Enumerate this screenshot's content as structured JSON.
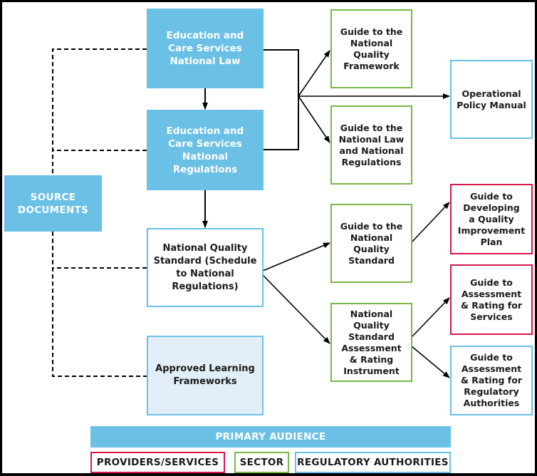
{
  "colors": {
    "source_fill": "#6bc0e6",
    "sector": "#7ab648",
    "providers_services": "#d6174a",
    "regulatory_authorities": "#6bc0e6",
    "approved_fill": "#e2eff8"
  },
  "source_documents": {
    "label": "SOURCE\nDOCUMENTS",
    "national_law": "Education and\nCare Services\nNational Law",
    "national_regulations": "Education and\nCare Services\nNational\nRegulations",
    "national_quality_standard": "National Quality\nStandard (Schedule\nto National\nRegulations)",
    "approved_learning_frameworks": "Approved Learning\nFrameworks"
  },
  "guides": {
    "guide_nqf": "Guide to the\nNational\nQuality\nFramework",
    "operational_policy_manual": "Operational\nPolicy Manual",
    "guide_law_regs": "Guide to the\nNational Law\nand National\nRegulations",
    "guide_qip": "Guide to\nDeveloping\na Quality\nImprovement\nPlan",
    "guide_nqs": "Guide to the\nNational\nQuality\nStandard",
    "guide_ar_services": "Guide to\nAssessment\n& Rating for\nServices",
    "nqs_ar_instrument": "National\nQuality\nStandard\nAssessment\n& Rating\nInstrument",
    "guide_ar_regulatory": "Guide to\nAssessment\n& Rating for\nRegulatory\nAuthorities"
  },
  "legend": {
    "title": "PRIMARY AUDIENCE",
    "items": [
      {
        "label": "PROVIDERS/SERVICES",
        "color": "#d6174a"
      },
      {
        "label": "SECTOR",
        "color": "#7ab648"
      },
      {
        "label": "REGULATORY AUTHORITIES",
        "color": "#6bc0e6"
      }
    ]
  }
}
